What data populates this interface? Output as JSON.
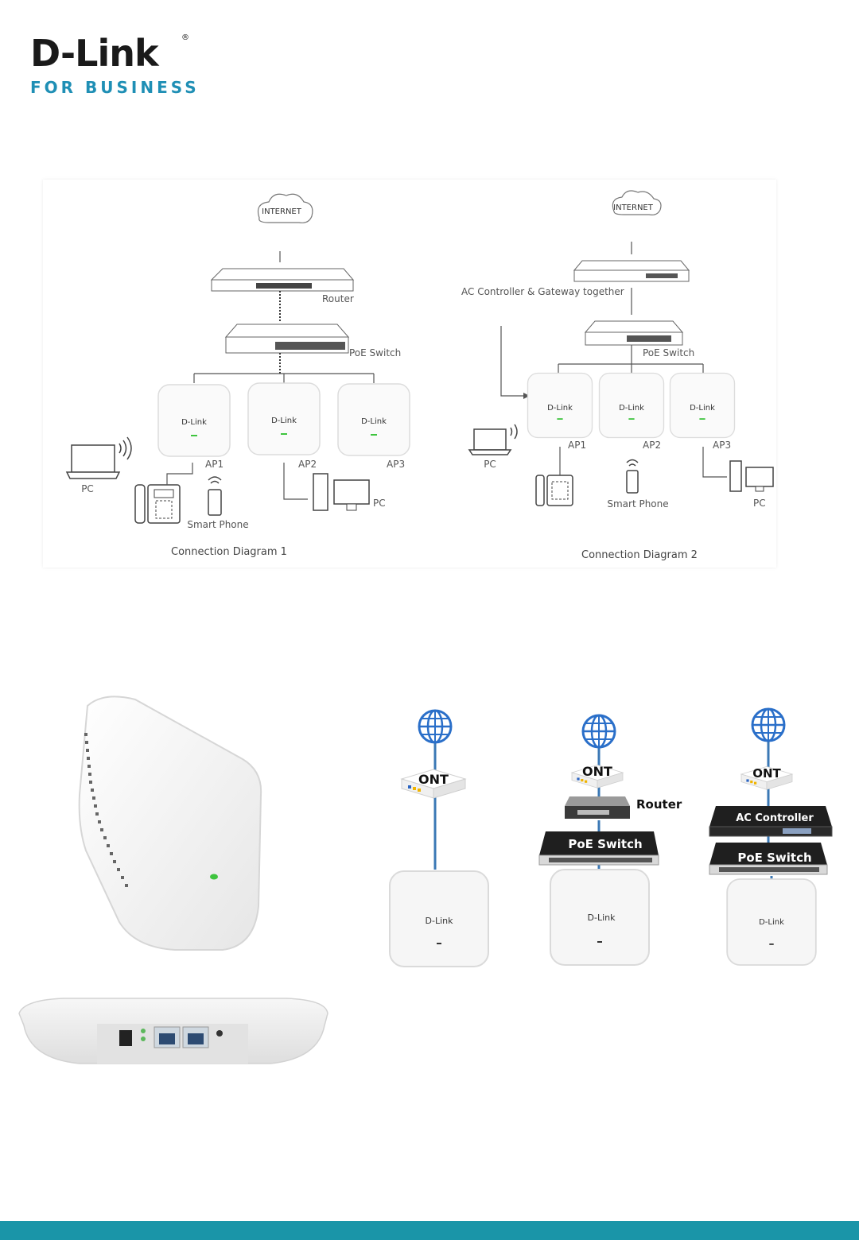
{
  "brand": {
    "name": "D-Link",
    "tagline": "FOR BUSINESS",
    "reg": "®",
    "accent": "#1f8fb5"
  },
  "diagram1": {
    "cloud": "INTERNET",
    "router": "Router",
    "switch": "PoE Switch",
    "aps": [
      "AP1",
      "AP2",
      "AP3"
    ],
    "ap_brand": "D-Link",
    "pc_left": "PC",
    "pc_right": "PC",
    "phone": "Smart Phone",
    "caption": "Connection Diagram 1"
  },
  "diagram2": {
    "cloud": "INTERNET",
    "controller": "AC Controller & Gateway together",
    "switch": "PoE Switch",
    "aps": [
      "AP1",
      "AP2",
      "AP3"
    ],
    "ap_brand": "D-Link",
    "pc_left": "PC",
    "pc_right": "PC",
    "phone": "Smart Phone",
    "caption": "Connection Diagram 2"
  },
  "topologies": {
    "ont": "ONT",
    "router": "Router",
    "poe_switch": "PoE Switch",
    "ac_controller": "AC Controller",
    "ap_brand": "D-Link"
  },
  "colors": {
    "footer": "#1a95a8",
    "cable": "#3b78b5",
    "led": "#3ec43e"
  }
}
